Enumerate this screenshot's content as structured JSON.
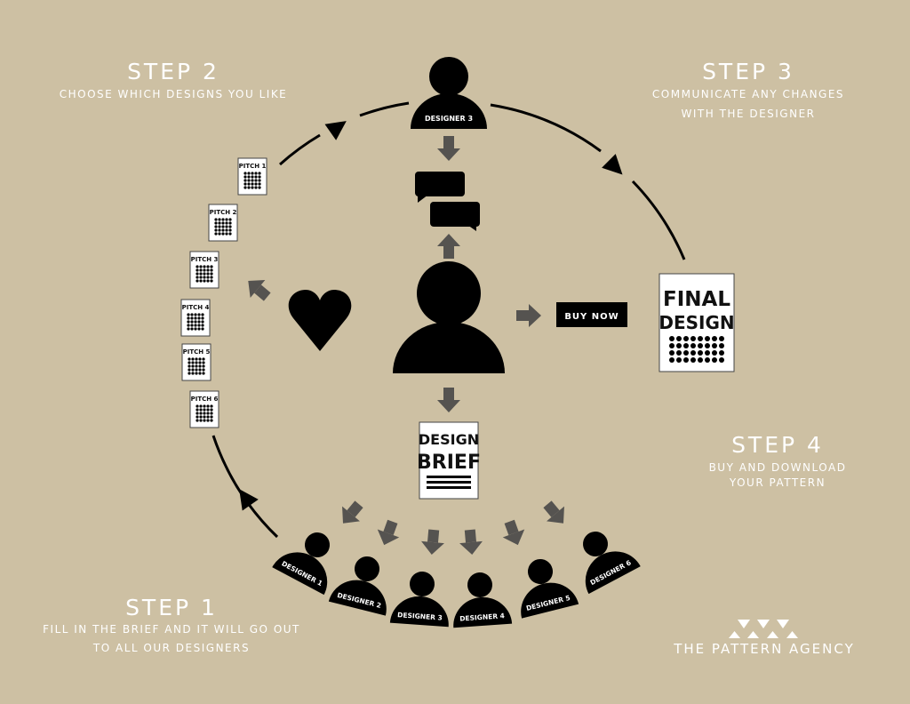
{
  "steps": {
    "step1": {
      "title": "STEP 1",
      "line1": "FILL IN THE BRIEF AND IT WILL GO OUT",
      "line2": "TO ALL OUR DESIGNERS"
    },
    "step2": {
      "title": "STEP 2",
      "line1": "CHOOSE WHICH DESIGNS YOU LIKE"
    },
    "step3": {
      "title": "STEP 3",
      "line1": "COMMUNICATE ANY CHANGES",
      "line2": "WITH THE DESIGNER"
    },
    "step4": {
      "title": "STEP 4",
      "line1": "BUY AND DOWNLOAD",
      "line2": "YOUR PATTERN"
    }
  },
  "top_designer": "DESIGNER 3",
  "buy_now": "BUY NOW",
  "final_design": {
    "line1": "FINAL",
    "line2": "DESIGN"
  },
  "design_brief": {
    "line1": "DESIGN",
    "line2": "BRIEF"
  },
  "pitches": [
    "PITCH 1",
    "PITCH 2",
    "PITCH 3",
    "PITCH 4",
    "PITCH 5",
    "PITCH 6"
  ],
  "designers": [
    "DESIGNER 1",
    "DESIGNER 2",
    "DESIGNER 3",
    "DESIGNER 4",
    "DESIGNER 5",
    "DESIGNER 6"
  ],
  "brand": "THE PATTERN AGENCY",
  "colors": {
    "background": "#cdc0a3",
    "arrow": "#555350",
    "ink": "#000000"
  }
}
